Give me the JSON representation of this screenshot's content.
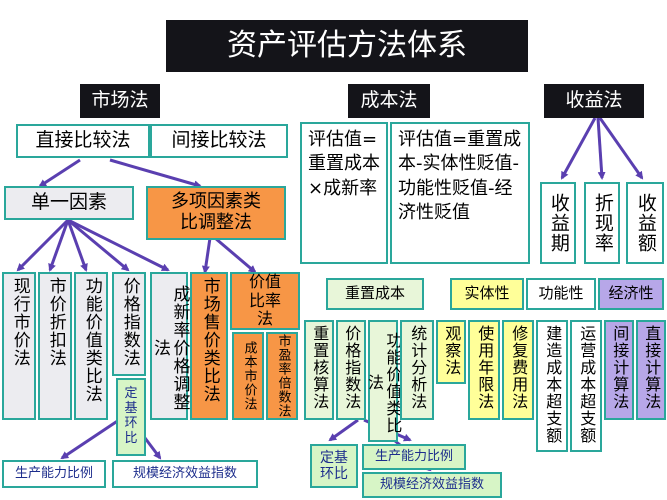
{
  "title": "资产评估方法体系",
  "methods": {
    "market": "市场法",
    "cost": "成本法",
    "income": "收益法"
  },
  "market": {
    "direct": "直接比较法",
    "indirect": "间接比较法",
    "single_factor": "单一因素",
    "multi_factor": "多项因素类比调整法",
    "leaves": [
      "现行市价法",
      "市价折扣法",
      "功能价值类比法",
      "价格指数法",
      "成新率价格调整法",
      "市场售价类比法",
      "价值比率法"
    ],
    "base_ring": "定基环比",
    "ratio_children": [
      "成本市价法",
      "市盈率倍数法"
    ],
    "bottom": [
      "生产能力比例",
      "规模经济效益指数"
    ]
  },
  "cost": {
    "formula1": "评估值=重置成本×成新率",
    "formula2": "评估值=重置成本-实体性贬值-功能性贬值-经济性贬值",
    "replacement": "重置成本",
    "physical": "实体性",
    "functional": "功能性",
    "economic": "经济性",
    "replacement_leaves": [
      "重置核算法",
      "价格指数法",
      "功能价值类比法",
      "统计分析法"
    ],
    "physical_leaves": [
      "观察法",
      "使用年限法",
      "修复费用法"
    ],
    "functional_leaves": [
      "建造成本超支额",
      "运营成本超支额"
    ],
    "economic_leaves": [
      "间接计算法",
      "直接计算法"
    ],
    "base_ring": "定基环比",
    "bottom": [
      "生产能力比例",
      "规模经济效益指数"
    ]
  },
  "income": {
    "leaves": [
      "收益期",
      "折现率",
      "收益额"
    ]
  },
  "colors": {
    "teal": "#2aa79b",
    "purple": "#5a3fb0",
    "orange": "#f79646",
    "dark": "#141419"
  }
}
